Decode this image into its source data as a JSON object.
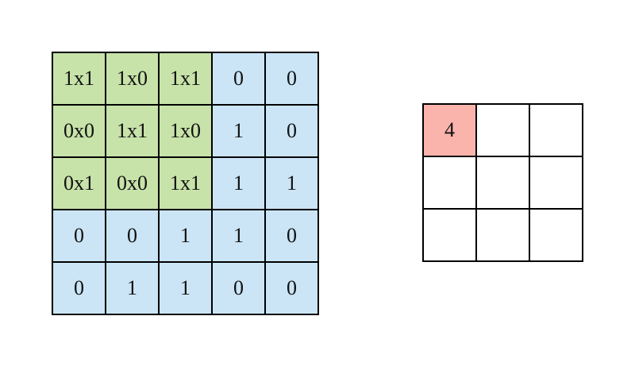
{
  "input_matrix": {
    "rows": 5,
    "cols": 5,
    "cells": [
      [
        "1x1",
        "1x0",
        "1x1",
        "0",
        "0"
      ],
      [
        "0x0",
        "1x1",
        "1x0",
        "1",
        "0"
      ],
      [
        "0x1",
        "0x0",
        "1x1",
        "1",
        "1"
      ],
      [
        "0",
        "0",
        "1",
        "1",
        "0"
      ],
      [
        "0",
        "1",
        "1",
        "0",
        "0"
      ]
    ],
    "kernel_region": {
      "rows": 3,
      "cols": 3
    },
    "kernel_region_color": "#c7e3a9",
    "base_color": "#cbe5f6"
  },
  "output_matrix": {
    "rows": 3,
    "cols": 3,
    "cells": [
      [
        "4",
        "",
        ""
      ],
      [
        "",
        "",
        ""
      ],
      [
        "",
        "",
        ""
      ]
    ],
    "highlight_cell": {
      "row": 0,
      "col": 0
    },
    "highlight_color": "#fab4ab",
    "base_color": "#ffffff"
  },
  "colors": {
    "grid_line": "#000000",
    "background": "#ffffff",
    "text": "#111111"
  }
}
